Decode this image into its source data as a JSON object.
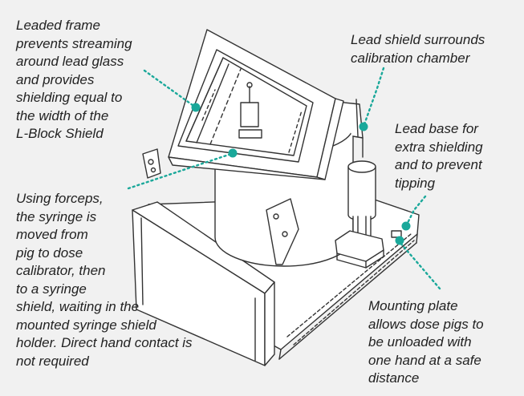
{
  "callouts": {
    "leaded_frame": "Leaded frame\nprevents streaming\naround lead glass\nand provides\nshielding equal to\nthe width of the\nL-Block Shield",
    "lead_shield": "Lead shield surrounds\ncalibration chamber",
    "lead_base": "Lead base for\nextra shielding\nand to prevent\ntipping",
    "forceps": "Using forceps,\nthe syringe is\nmoved from\npig to dose\ncalibrator, then\nto a syringe\nshield, waiting in the\nmounted syringe shield\nholder. Direct hand contact is\nnot required",
    "mounting_plate": "Mounting plate\nallows dose pigs to\nbe unloaded with\none hand at a safe\ndistance"
  },
  "colors": {
    "background": "#f1f1f1",
    "text": "#222222",
    "leader": "#1aa89a",
    "line_art": "#333333"
  }
}
